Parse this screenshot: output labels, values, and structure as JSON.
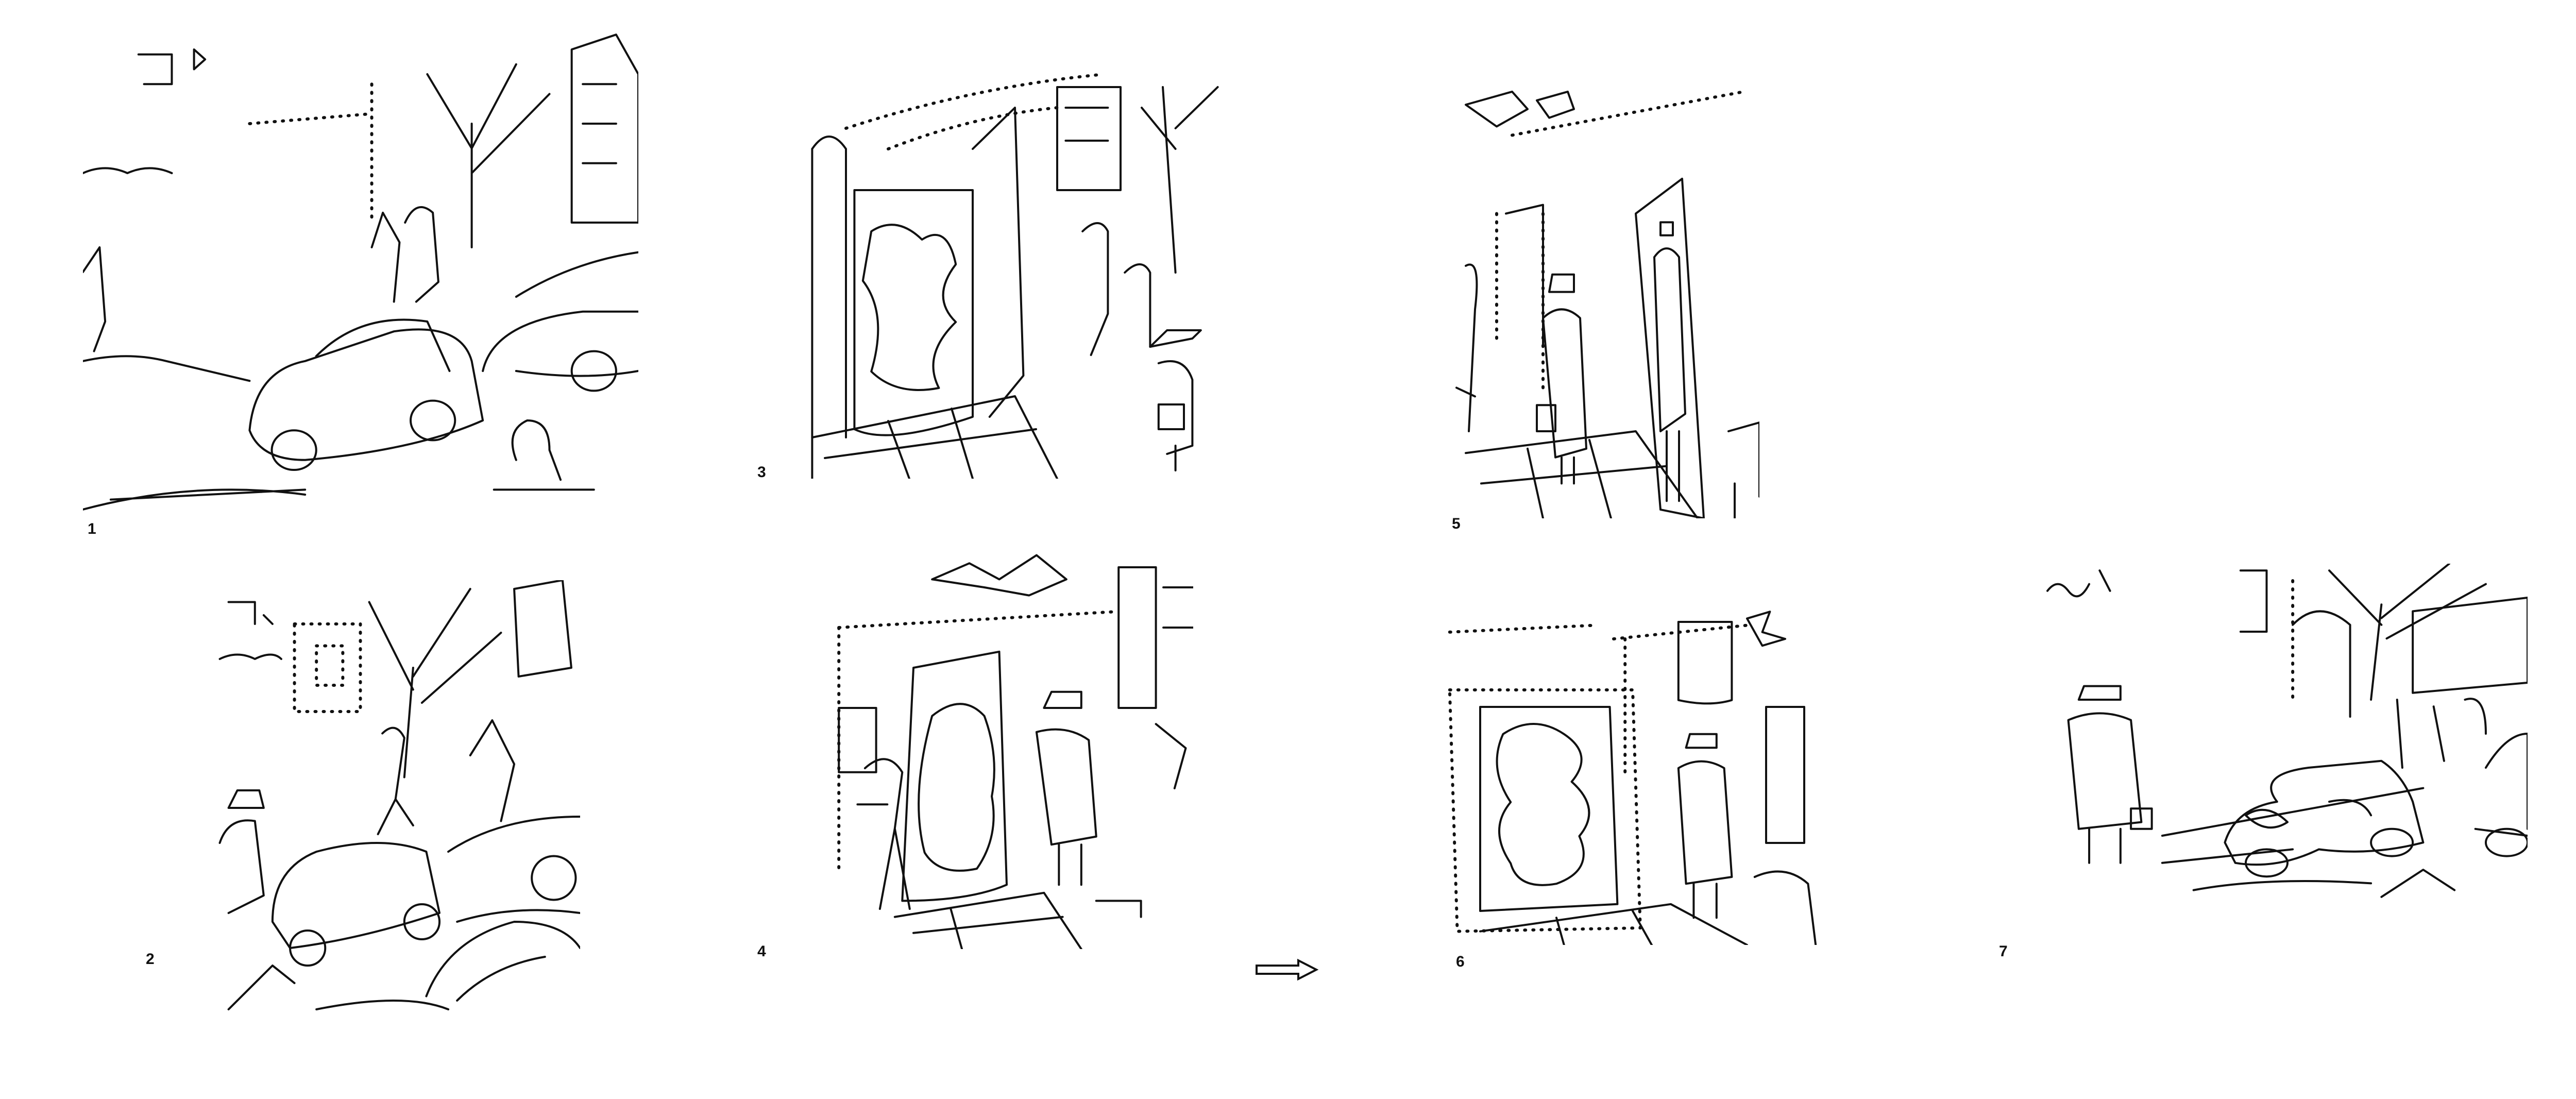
{
  "panels": [
    {
      "number": "1",
      "scene": "street-with-cars"
    },
    {
      "number": "2",
      "scene": "man-exits-car"
    },
    {
      "number": "3",
      "scene": "lit-entrance-with-mirror"
    },
    {
      "number": "4",
      "scene": "distorting-mirror-monster"
    },
    {
      "number": "5",
      "scene": "tall-reflection"
    },
    {
      "number": "6",
      "scene": "blobby-reflection"
    },
    {
      "number": "7",
      "scene": "distorted-car"
    }
  ],
  "colors": {
    "ink": "#111111",
    "paper": "#ffffff"
  }
}
